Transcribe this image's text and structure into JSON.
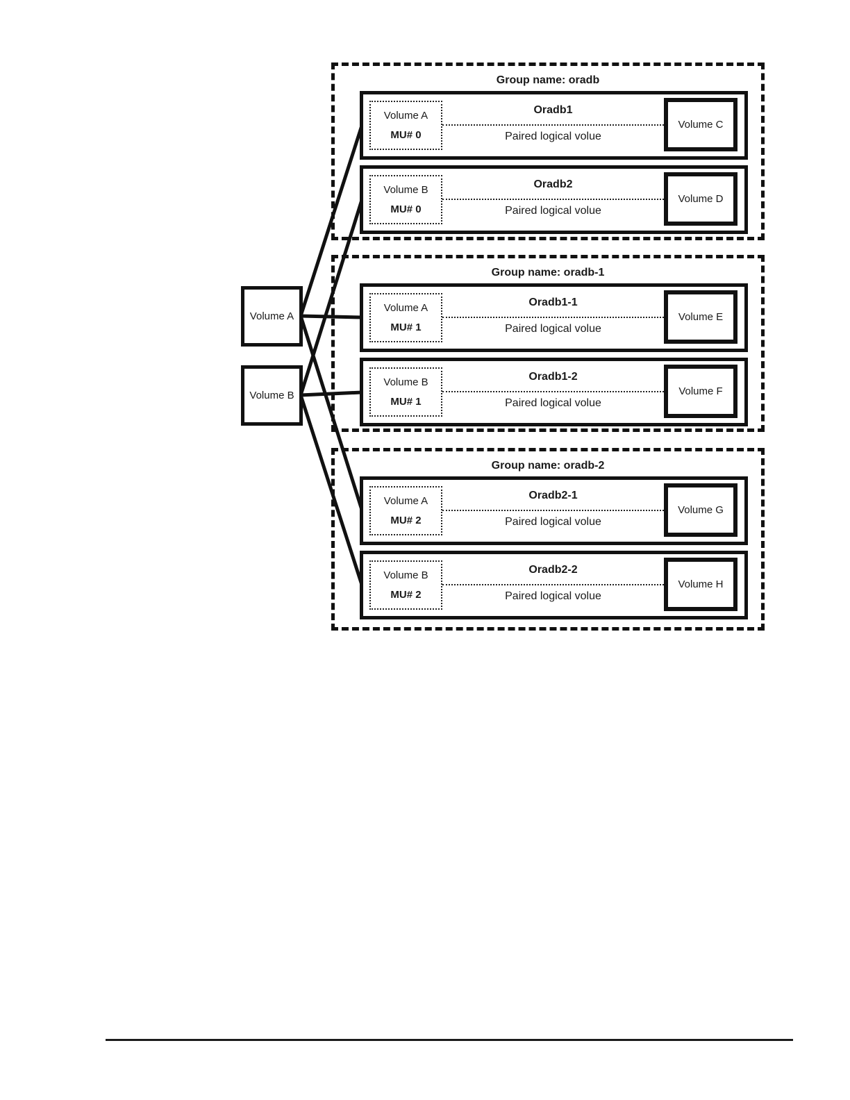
{
  "diagram": {
    "source_volumes": [
      {
        "label": "Volume A"
      },
      {
        "label": "Volume B"
      }
    ],
    "groups": [
      {
        "title": "Group name: oradb",
        "pairs": [
          {
            "source_volume": "Volume A",
            "mu": "MU# 0",
            "pair_name": "Oradb1",
            "caption": "Paired logical volue",
            "target_volume": "Volume C"
          },
          {
            "source_volume": "Volume B",
            "mu": "MU# 0",
            "pair_name": "Oradb2",
            "caption": "Paired logical volue",
            "target_volume": "Volume D"
          }
        ]
      },
      {
        "title": "Group name: oradb-1",
        "pairs": [
          {
            "source_volume": "Volume A",
            "mu": "MU# 1",
            "pair_name": "Oradb1-1",
            "caption": "Paired logical volue",
            "target_volume": "Volume E"
          },
          {
            "source_volume": "Volume B",
            "mu": "MU# 1",
            "pair_name": "Oradb1-2",
            "caption": "Paired logical volue",
            "target_volume": "Volume F"
          }
        ]
      },
      {
        "title": "Group name: oradb-2",
        "pairs": [
          {
            "source_volume": "Volume A",
            "mu": "MU# 2",
            "pair_name": "Oradb2-1",
            "caption": "Paired logical volue",
            "target_volume": "Volume G"
          },
          {
            "source_volume": "Volume B",
            "mu": "MU# 2",
            "pair_name": "Oradb2-2",
            "caption": "Paired logical volue",
            "target_volume": "Volume H"
          }
        ]
      }
    ],
    "connections": [
      {
        "from": "Volume A",
        "to_group": "oradb",
        "to_pair": "Oradb1"
      },
      {
        "from": "Volume B",
        "to_group": "oradb",
        "to_pair": "Oradb2"
      },
      {
        "from": "Volume A",
        "to_group": "oradb-1",
        "to_pair": "Oradb1-1"
      },
      {
        "from": "Volume B",
        "to_group": "oradb-1",
        "to_pair": "Oradb1-2"
      },
      {
        "from": "Volume A",
        "to_group": "oradb-2",
        "to_pair": "Oradb2-1"
      },
      {
        "from": "Volume B",
        "to_group": "oradb-2",
        "to_pair": "Oradb2-2"
      }
    ],
    "colors": {
      "line": "#111111",
      "background": "#ffffff"
    }
  }
}
